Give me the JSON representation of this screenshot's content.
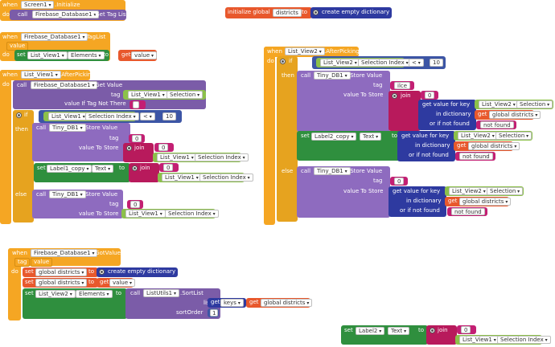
{
  "kw": {
    "when": "when",
    "do": "do",
    "call": "call",
    "set": "set",
    "to": "to",
    "get": "get",
    "if": "if",
    "then": "then",
    "else": "else",
    "join": "join",
    "tag": "tag",
    "value": "value",
    "valueToStore": "value To Store",
    "valueIfTagNotThere": "value If Tag Not There",
    "getValueForKey": "get value for key",
    "inDictionary": "in dictionary",
    "orIfNotFound": "or if not found",
    "list": "list",
    "sortOrder": "sortOrder",
    "createEmptyDict": "create empty dictionary",
    "initGlobal": "initialize global"
  },
  "comp": {
    "screen1": "Screen1",
    "fb1": "Firebase_Database1",
    "listView1": "List_View1",
    "listView2": "List_View2",
    "tinyDb1": "Tiny_DB1",
    "label1copy": "Label1_copy",
    "label2copy": "Label2_copy",
    "label2": "Label2",
    "listUtils1": "ListUtils1"
  },
  "evt": {
    "initialize": ".Initialize",
    "tagList": ".TagList",
    "afterPicking": ".AfterPicking",
    "gotValue": ".GotValue"
  },
  "method": {
    "getTagList": ".Get Tag List",
    "getValue": ".Get Value",
    "storeValue": ".Store Value",
    "sortList": ".SortList"
  },
  "prop": {
    "elements": "Elements",
    "selection": "Selection",
    "selectionIndex": "Selection Index",
    "text": "Text"
  },
  "vals": {
    "districtsName": "districts",
    "globalDistricts": "global districts",
    "valueVar": "value",
    "keysOpt": "keys",
    "empty": "",
    "zero": "0",
    "ten": "10",
    "one": "1",
    "lessThan": "<",
    "notFound": "not found",
    "ilce": "ilce",
    "quote": "\""
  }
}
